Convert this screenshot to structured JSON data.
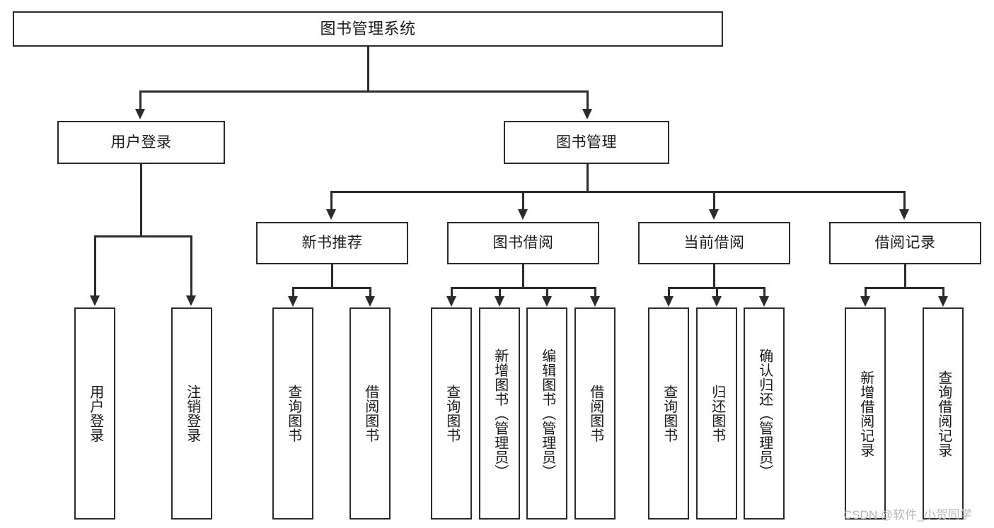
{
  "diagram": {
    "title": "图书管理系统",
    "type": "hierarchy-tree",
    "root": {
      "label": "图书管理系统"
    },
    "level2": [
      {
        "id": "user-login",
        "label": "用户登录"
      },
      {
        "id": "book-management",
        "label": "图书管理"
      }
    ],
    "level3": [
      {
        "id": "new-book-recommend",
        "label": "新书推荐",
        "parent": "book-management"
      },
      {
        "id": "book-borrow",
        "label": "图书借阅",
        "parent": "book-management"
      },
      {
        "id": "current-borrow",
        "label": "当前借阅",
        "parent": "book-management"
      },
      {
        "id": "borrow-record",
        "label": "借阅记录",
        "parent": "book-management"
      }
    ],
    "leaves": [
      {
        "id": "leaf-user-login",
        "label": "用户登录",
        "parent": "user-login"
      },
      {
        "id": "leaf-logout-login",
        "label": "注销登录",
        "parent": "user-login"
      },
      {
        "id": "leaf-query-book-1",
        "label": "查询图书",
        "parent": "new-book-recommend"
      },
      {
        "id": "leaf-borrow-book-1",
        "label": "借阅图书",
        "parent": "new-book-recommend"
      },
      {
        "id": "leaf-query-book-2",
        "label": "查询图书",
        "parent": "book-borrow"
      },
      {
        "id": "leaf-add-book",
        "label": "新增图书（管理员）",
        "parent": "book-borrow"
      },
      {
        "id": "leaf-edit-book",
        "label": "编辑图书（管理员）",
        "parent": "book-borrow"
      },
      {
        "id": "leaf-borrow-book-2",
        "label": "借阅图书",
        "parent": "book-borrow"
      },
      {
        "id": "leaf-query-book-3",
        "label": "查询图书",
        "parent": "current-borrow"
      },
      {
        "id": "leaf-return-book",
        "label": "归还图书",
        "parent": "current-borrow"
      },
      {
        "id": "leaf-confirm-return",
        "label": "确认归还（管理员）",
        "parent": "current-borrow"
      },
      {
        "id": "leaf-add-record",
        "label": "新增借阅记录",
        "parent": "borrow-record"
      },
      {
        "id": "leaf-query-record",
        "label": "查询借阅记录",
        "parent": "borrow-record"
      }
    ],
    "colors": {
      "stroke": "#2b2b2b",
      "fill": "#ffffff",
      "text": "#1b1b1b",
      "watermark": "#b9b9b9"
    }
  },
  "watermark": {
    "text": "CSDN @软件_小贺同学"
  }
}
